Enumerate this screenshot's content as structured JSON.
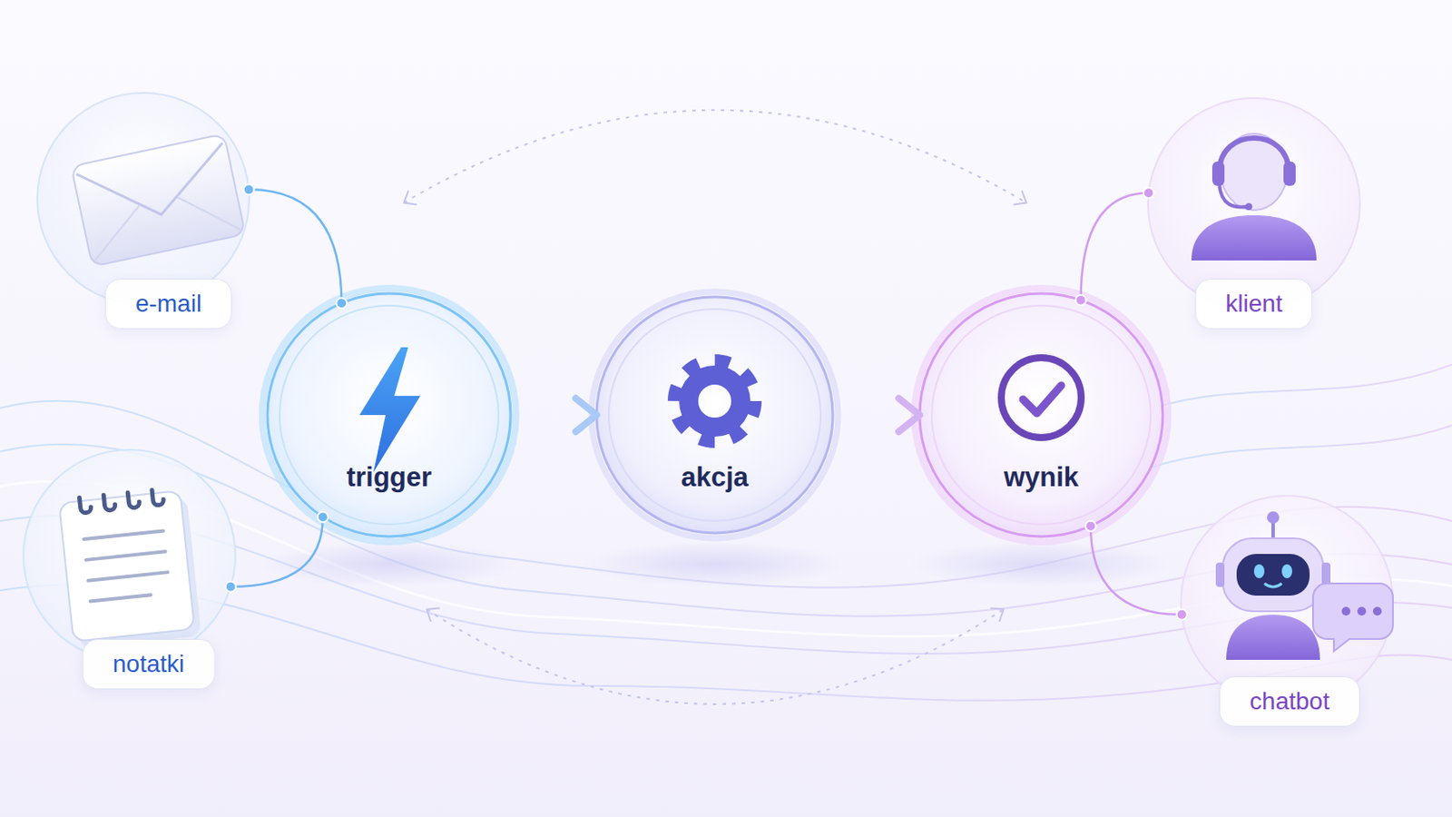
{
  "diagram": {
    "nodes": [
      {
        "text": [
          "e-mail"
        ]
      },
      {
        "text": [
          "notatki"
        ]
      },
      {
        "text": [
          "trigger"
        ]
      },
      {
        "text": [
          "akcja"
        ]
      },
      {
        "text": [
          "wynik"
        ]
      },
      {
        "text": [
          "klient"
        ]
      },
      {
        "text": [
          "chatbot"
        ]
      }
    ],
    "edges": [
      {
        "from": 0,
        "to": 2,
        "arrow": "none"
      },
      {
        "from": 1,
        "to": 2,
        "arrow": "none"
      },
      {
        "from": 2,
        "to": 3,
        "arrow": "to"
      },
      {
        "from": 3,
        "to": 4,
        "arrow": "to"
      },
      {
        "from": 4,
        "to": 5,
        "arrow": "none"
      },
      {
        "from": 4,
        "to": 6,
        "arrow": "none"
      },
      {
        "from": 2,
        "to": 4,
        "arrow": "both"
      },
      {
        "from": 2,
        "to": 4,
        "arrow": "both"
      }
    ]
  }
}
